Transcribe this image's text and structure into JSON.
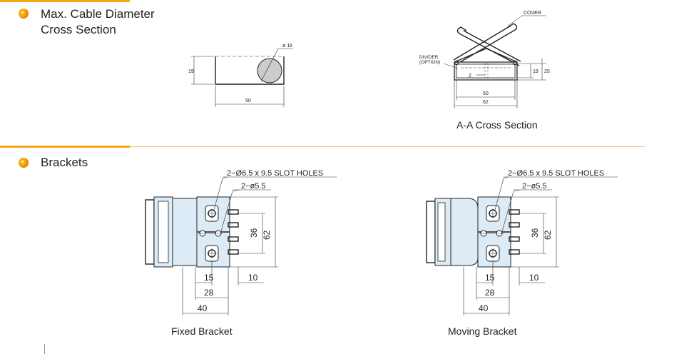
{
  "sections": {
    "cross_section": {
      "title_line1": "Max. Cable Diameter",
      "title_line2": "Cross Section"
    },
    "brackets": {
      "title": "Brackets"
    }
  },
  "cross_section_left": {
    "dia_label": "ø 16",
    "height_label": "19",
    "width_label": "50"
  },
  "cross_section_right": {
    "cover_label": "COVER",
    "divider_label1": "DIVIDER",
    "divider_label2": "(OPTION)",
    "inner_height": "19",
    "outer_height": "25",
    "divider_gap": "2",
    "inner_width": "50",
    "outer_width": "62",
    "caption": "A-A Cross Section"
  },
  "fixed_bracket": {
    "slot_label": "2−Ø6.5 x 9.5 SLOT  HOLES",
    "hole_label": "2−ø5.5",
    "dim_36": "36",
    "dim_62": "62",
    "dim_15": "15",
    "dim_10": "10",
    "dim_28": "28",
    "dim_40": "40",
    "caption": "Fixed Bracket"
  },
  "moving_bracket": {
    "slot_label": "2−Ø6.5 x 9.5 SLOT  HOLES",
    "hole_label": "2−ø5.5",
    "dim_36": "36",
    "dim_62": "62",
    "dim_15": "15",
    "dim_10": "10",
    "dim_28": "28",
    "dim_40": "40",
    "caption": "Moving Bracket"
  },
  "colors": {
    "accent": "#f4a814",
    "part_fill": "#dcebf6"
  }
}
